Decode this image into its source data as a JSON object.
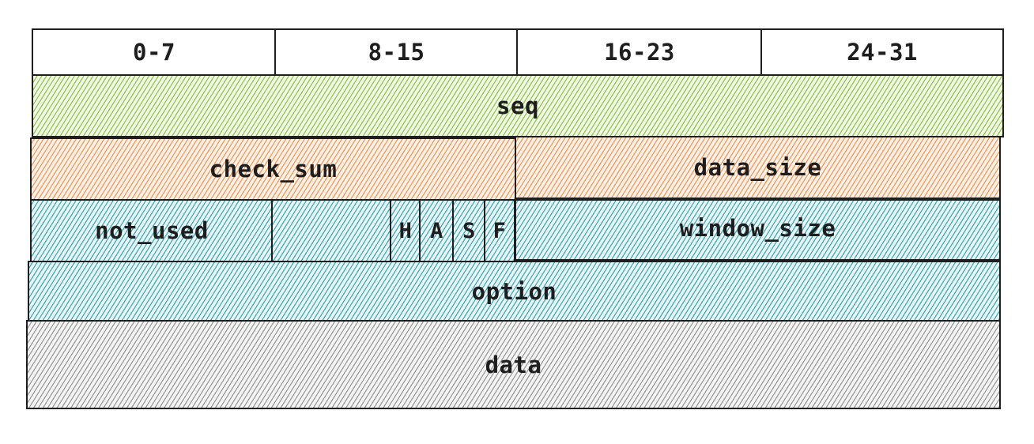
{
  "bit_ranges": [
    "0-7",
    "8-15",
    "16-23",
    "24-31"
  ],
  "fields": {
    "seq": "seq",
    "check_sum": "check_sum",
    "data_size": "data_size",
    "not_used": "not_used",
    "flags": [
      "H",
      "A",
      "S",
      "F"
    ],
    "window_size": "window_size",
    "option": "option",
    "data": "data"
  },
  "colors": {
    "seq": "#82be37",
    "check_sum": "#ec8c46",
    "data_size": "#ec8c46",
    "flags_row": "#28a0af",
    "option": "#28a0af",
    "data": "#8c8c8c",
    "border": "#1e1e1e"
  }
}
